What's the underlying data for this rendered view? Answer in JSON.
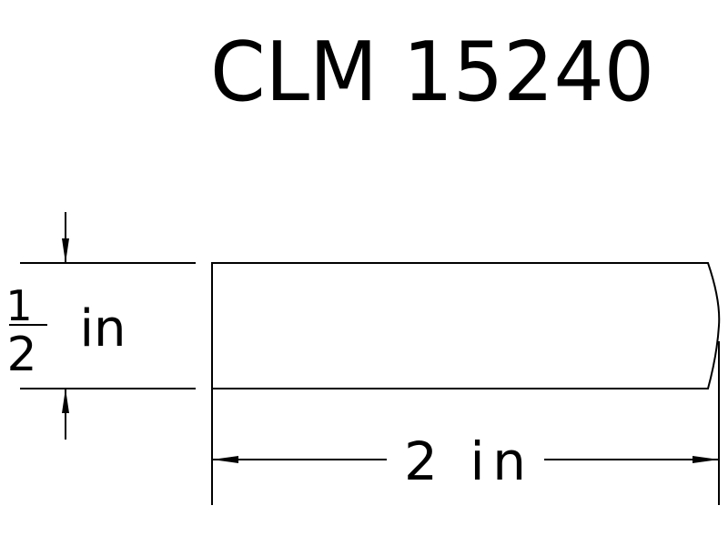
{
  "title": "CLM 15240",
  "height_dimension": {
    "numerator": "1",
    "denominator": "2",
    "unit": "in"
  },
  "width_dimension": {
    "value": "2",
    "unit": "in",
    "label": "2 in"
  },
  "colors": {
    "line": "#000000",
    "background": "#ffffff"
  }
}
